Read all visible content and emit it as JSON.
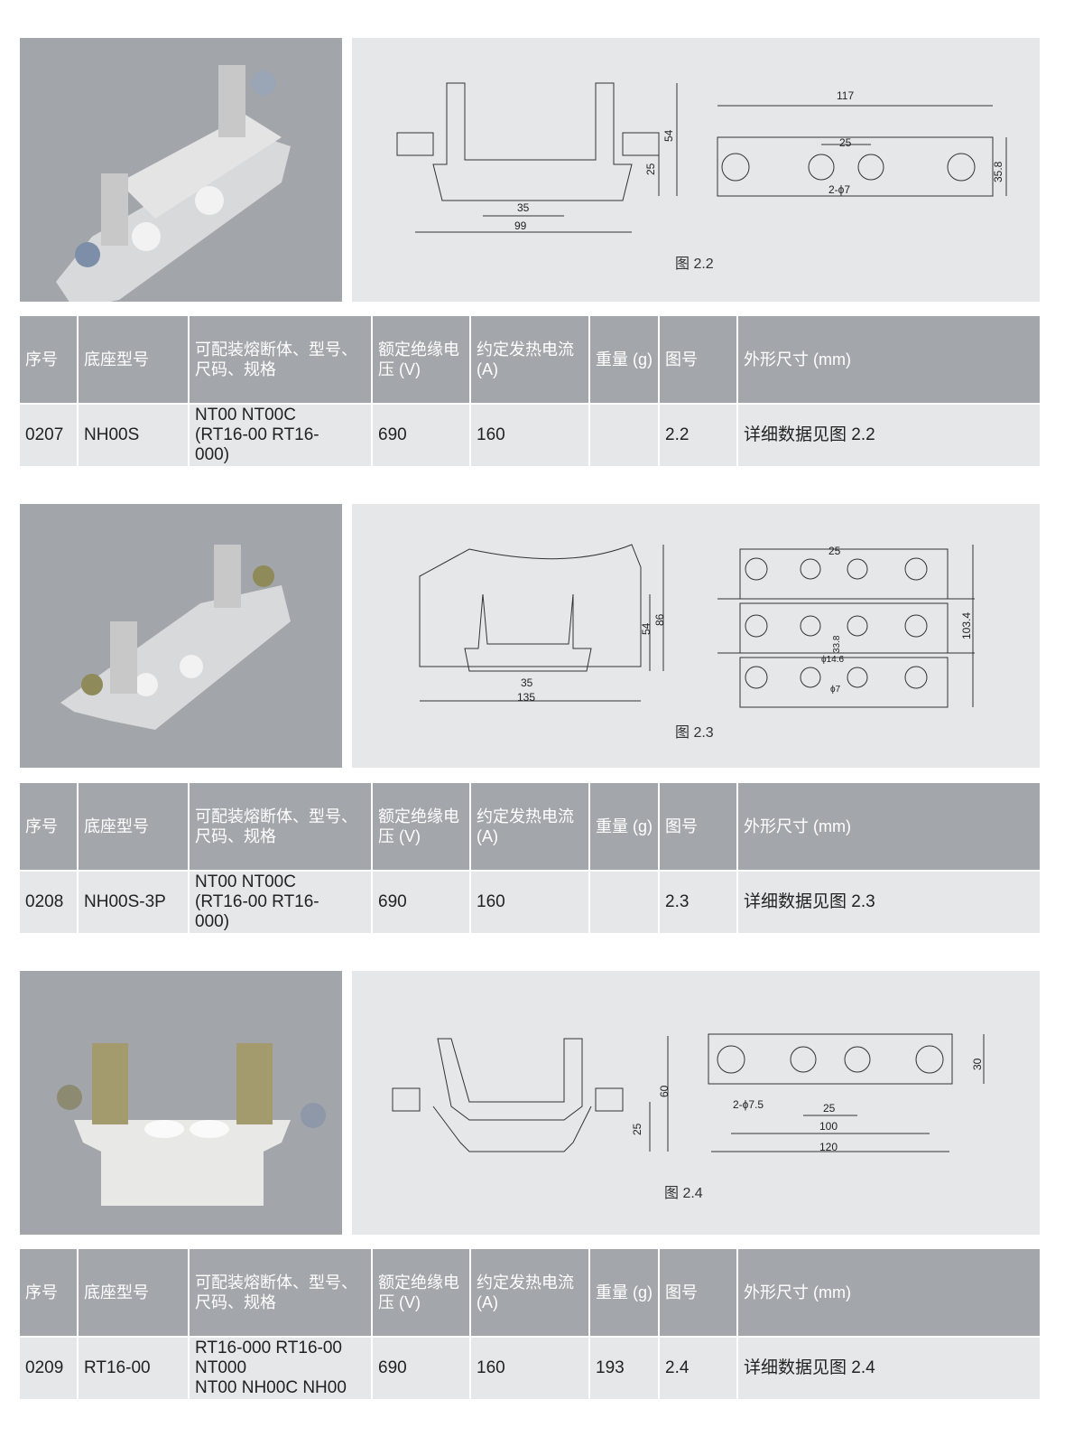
{
  "table_headers": [
    "序号",
    "底座型号",
    "可配装熔断体、型号、尺码、规格",
    "额定绝缘电压 (V)",
    "约定发热电流 (A)",
    "重量 (g)",
    "图号",
    "外形尺寸 (mm)"
  ],
  "sections": [
    {
      "figure_caption": "图 2.2",
      "dims": {
        "a": "54",
        "b": "25",
        "c": "35",
        "d": "99",
        "e": "117",
        "f": "25",
        "g": "35.8",
        "h": "2-ϕ7"
      },
      "row": {
        "no": "0207",
        "model": "NH00S",
        "fuse_line1": "NT00  NT00C",
        "fuse_line2": "(RT16-00  RT16-",
        "fuse_line3": "000)",
        "voltage": "690",
        "current": "160",
        "weight": "",
        "fig": "2.2",
        "dims": "详细数据见图 2.2"
      }
    },
    {
      "figure_caption": "图 2.3",
      "dims": {
        "a": "86",
        "b": "54",
        "c": "35",
        "d": "135",
        "e": "25",
        "f": "103.4",
        "g": "33.8",
        "h": "ϕ14.6",
        "i": "ϕ7"
      },
      "row": {
        "no": "0208",
        "model": "NH00S-3P",
        "fuse_line1": "NT00  NT00C",
        "fuse_line2": "(RT16-00  RT16-",
        "fuse_line3": "000)",
        "voltage": "690",
        "current": "160",
        "weight": "",
        "fig": "2.3",
        "dims": "详细数据见图 2.3"
      }
    },
    {
      "figure_caption": "图 2.4",
      "dims": {
        "a": "60",
        "b": "25",
        "c": "30",
        "d": "2-ϕ7.5",
        "e": "25",
        "f": "100",
        "g": "120"
      },
      "row": {
        "no": "0209",
        "model": "RT16-00",
        "fuse_line1": "RT16-000 RT16-00",
        "fuse_line2": "NT000",
        "fuse_line3": "NT00 NH00C NH00",
        "voltage": "690",
        "current": "160",
        "weight": "193",
        "fig": "2.4",
        "dims": "详细数据见图 2.4"
      }
    }
  ]
}
